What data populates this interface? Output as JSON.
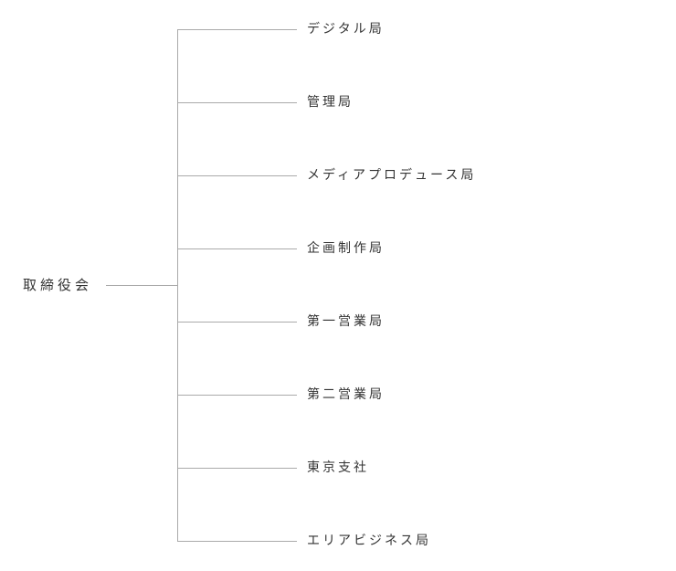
{
  "diagram": {
    "type": "org-chart",
    "colors": {
      "line": "#aaaaaa",
      "text": "#333333"
    },
    "root": {
      "label": "取締役会"
    },
    "children": [
      {
        "label": "デジタル局"
      },
      {
        "label": "管理局"
      },
      {
        "label": "メディアプロデュース局"
      },
      {
        "label": "企画制作局"
      },
      {
        "label": "第一営業局"
      },
      {
        "label": "第二営業局"
      },
      {
        "label": "東京支社"
      },
      {
        "label": "エリアビジネス局"
      }
    ]
  }
}
